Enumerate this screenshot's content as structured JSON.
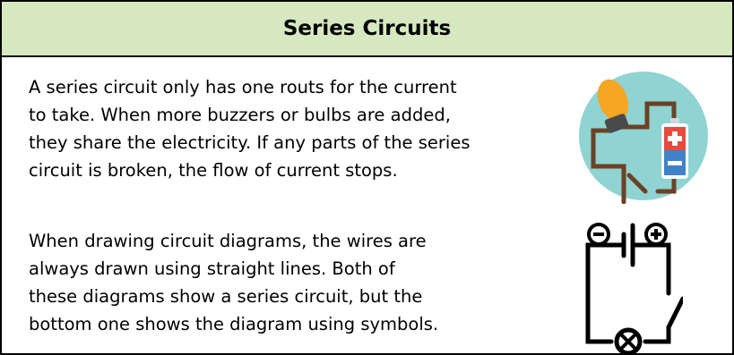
{
  "header": {
    "title": "Series Circuits"
  },
  "content": {
    "paragraph_1": "A series circuit only has one routs for the current\nto take. When more buzzers or bulbs are added,\nthey share the electricity. If any parts of the series\ncircuit is broken, the flow of current stops.",
    "paragraph_2": "When drawing circuit diagrams, the wires are\n always drawn using straight lines. Both of\nthese diagrams show a series circuit, but the\nbottom one shows the diagram using symbols."
  },
  "colors": {
    "header_background": "#d6e8bf",
    "illustration_circle": "#8fd3d3",
    "bulb": "#f6a623",
    "battery_top": "#e84a3c",
    "battery_bottom": "#3f82c8",
    "wire": "#6b4226"
  },
  "icons": {
    "illustration": "series-circuit-illustration",
    "diagram": "circuit-symbol-diagram"
  }
}
